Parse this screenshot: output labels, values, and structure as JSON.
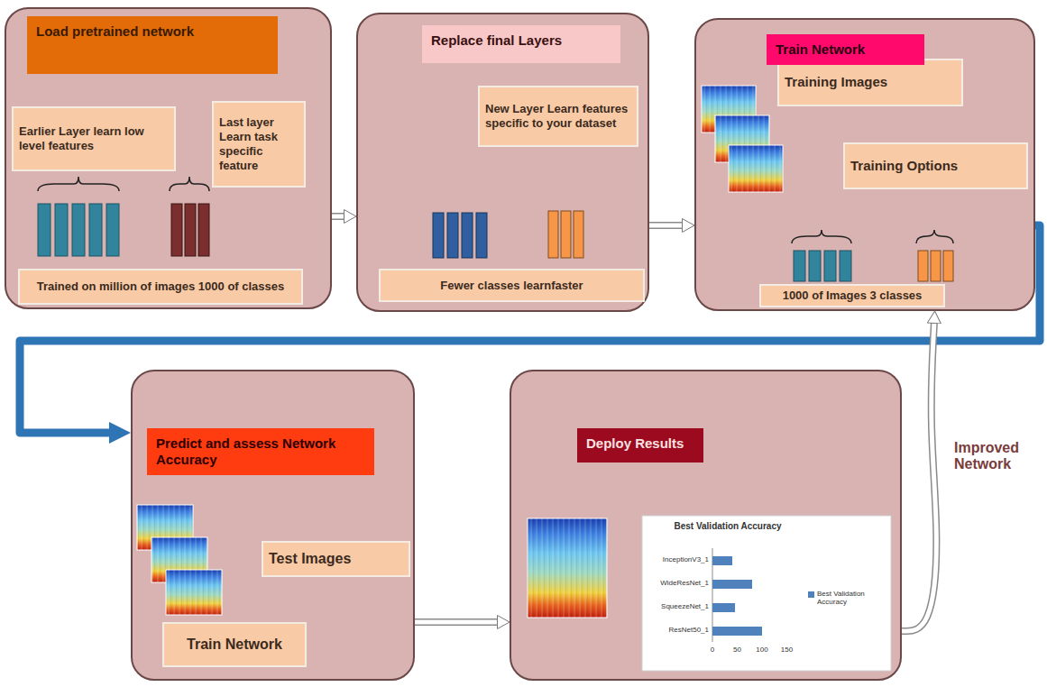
{
  "diagram": {
    "nodes": [
      {
        "text": [
          "Load pretrained network"
        ]
      },
      {
        "text": [
          "Earlier Layer learn low level features"
        ],
        "in": 0
      },
      {
        "text": [
          "Last layer Learn task specific feature"
        ],
        "in": 0
      },
      {
        "text": [
          "Trained on million of images 1000 of classes"
        ],
        "in": 0
      },
      {
        "text": [
          "Replace final Layers"
        ]
      },
      {
        "text": [
          "New Layer Learn features specific to your dataset"
        ],
        "in": 4
      },
      {
        "text": [
          "Fewer classes learnfaster"
        ],
        "in": 4
      },
      {
        "text": [
          "Train Network"
        ]
      },
      {
        "text": [
          "Training Images"
        ],
        "in": 7
      },
      {
        "text": [
          "Training Options"
        ],
        "in": 7
      },
      {
        "text": [
          "1000 of Images 3 classes"
        ],
        "in": 7
      },
      {
        "text": [
          "Predict and assess Network Accuracy"
        ]
      },
      {
        "text": [
          "Test Images"
        ],
        "in": 11
      },
      {
        "text": [
          "Train Network"
        ],
        "in": 11
      },
      {
        "text": [
          "Deploy Results"
        ]
      }
    ],
    "edges": [
      {
        "from": 0,
        "to": 4,
        "arrow": "to"
      },
      {
        "from": 4,
        "to": 7,
        "arrow": "to"
      },
      {
        "from": 7,
        "to": 11,
        "arrow": "to"
      },
      {
        "from": 11,
        "to": 14,
        "arrow": "to"
      },
      {
        "from": 14,
        "to": 7,
        "arrow": "to"
      }
    ],
    "labels": [
      "Best Validation Accuracy",
      "InceptionV3_1",
      "WideResNet_1",
      "SqueezeNet_1",
      "ResNet50_1",
      "0",
      "50",
      "100",
      "150",
      "Improved Network"
    ],
    "legend": [
      {
        "text": "Best Validation Accuracy",
        "color": "#4f81bd"
      }
    ]
  }
}
